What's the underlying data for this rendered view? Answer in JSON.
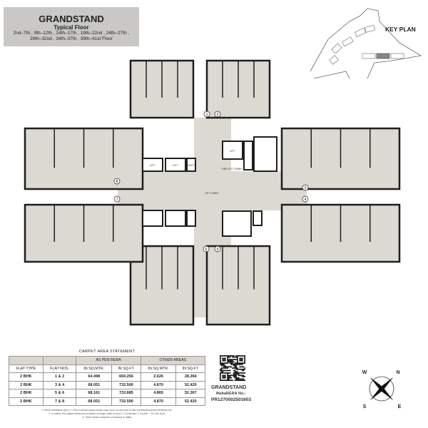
{
  "header": {
    "title": "GRANDSTAND",
    "subtitle": "Typical Floor",
    "floors_line1": "2nd–7th , 9th–12th , 14th–17th , 19th–22nd , 24th–27th ,",
    "floors_line2": "29th–32nd , 34th–37th , 39th–41st Floor"
  },
  "key_plan": {
    "label": "KEY PLAN"
  },
  "plan": {
    "flat_numbers": [
      "1",
      "2",
      "3",
      "4",
      "5",
      "6",
      "7",
      "8"
    ],
    "labels": {
      "lift_lobby": "LIFT LOBBY",
      "lift": "LIFT",
      "duct": "DUCT",
      "fire_lift_lobby": "FIRE LIFT LOBBY"
    }
  },
  "carpet_area": {
    "title": "CARPET AREA STATEMENT",
    "group_headers": [
      "AS PER RERA",
      "OTHER AREAS"
    ],
    "columns": [
      "FLAT TYPE",
      "FLAT NOS.",
      "IN SQ.MTR.",
      "IN SQ.FT.",
      "IN SQ.MTR.",
      "IN SQ.FT."
    ],
    "rows": [
      [
        "2 BHK",
        "1 & 2",
        "64.498",
        "694.256",
        "2.626",
        "28.266"
      ],
      [
        "2 BHK",
        "3 & 4",
        "68.051",
        "732.500",
        "4.870",
        "52.420"
      ],
      [
        "2 BHK",
        "5 & 6",
        "68.161",
        "733.685",
        "4.865",
        "52.367"
      ],
      [
        "2 BHK",
        "7 & 8",
        "68.051",
        "732.500",
        "4.870",
        "52.420"
      ]
    ],
    "notes": [
      "1. Minor variations upto (+/-3%) in actual carpet areas may occur on account of site conditions/columns/finishes etc.",
      "2. In toilets, the carpet areas are inclusive of ledge walls (if any) 3. Conversion 1 Sq.Mtr. = 10.764 Sq.ft.",
      "4. Other areas comprise of balcony & utility."
    ]
  },
  "project": {
    "name": "GRANDSTAND",
    "rera_label": "MahaRERA No.:",
    "rera_number": "PR1270002501603"
  },
  "compass": {
    "n": "N",
    "e": "E",
    "s": "S",
    "w": "W"
  },
  "colors": {
    "title_box": "#c9c8c6",
    "floor": "#dcd9d2",
    "wall": "#1e1e1e",
    "table_header": "#d9d6cf"
  }
}
